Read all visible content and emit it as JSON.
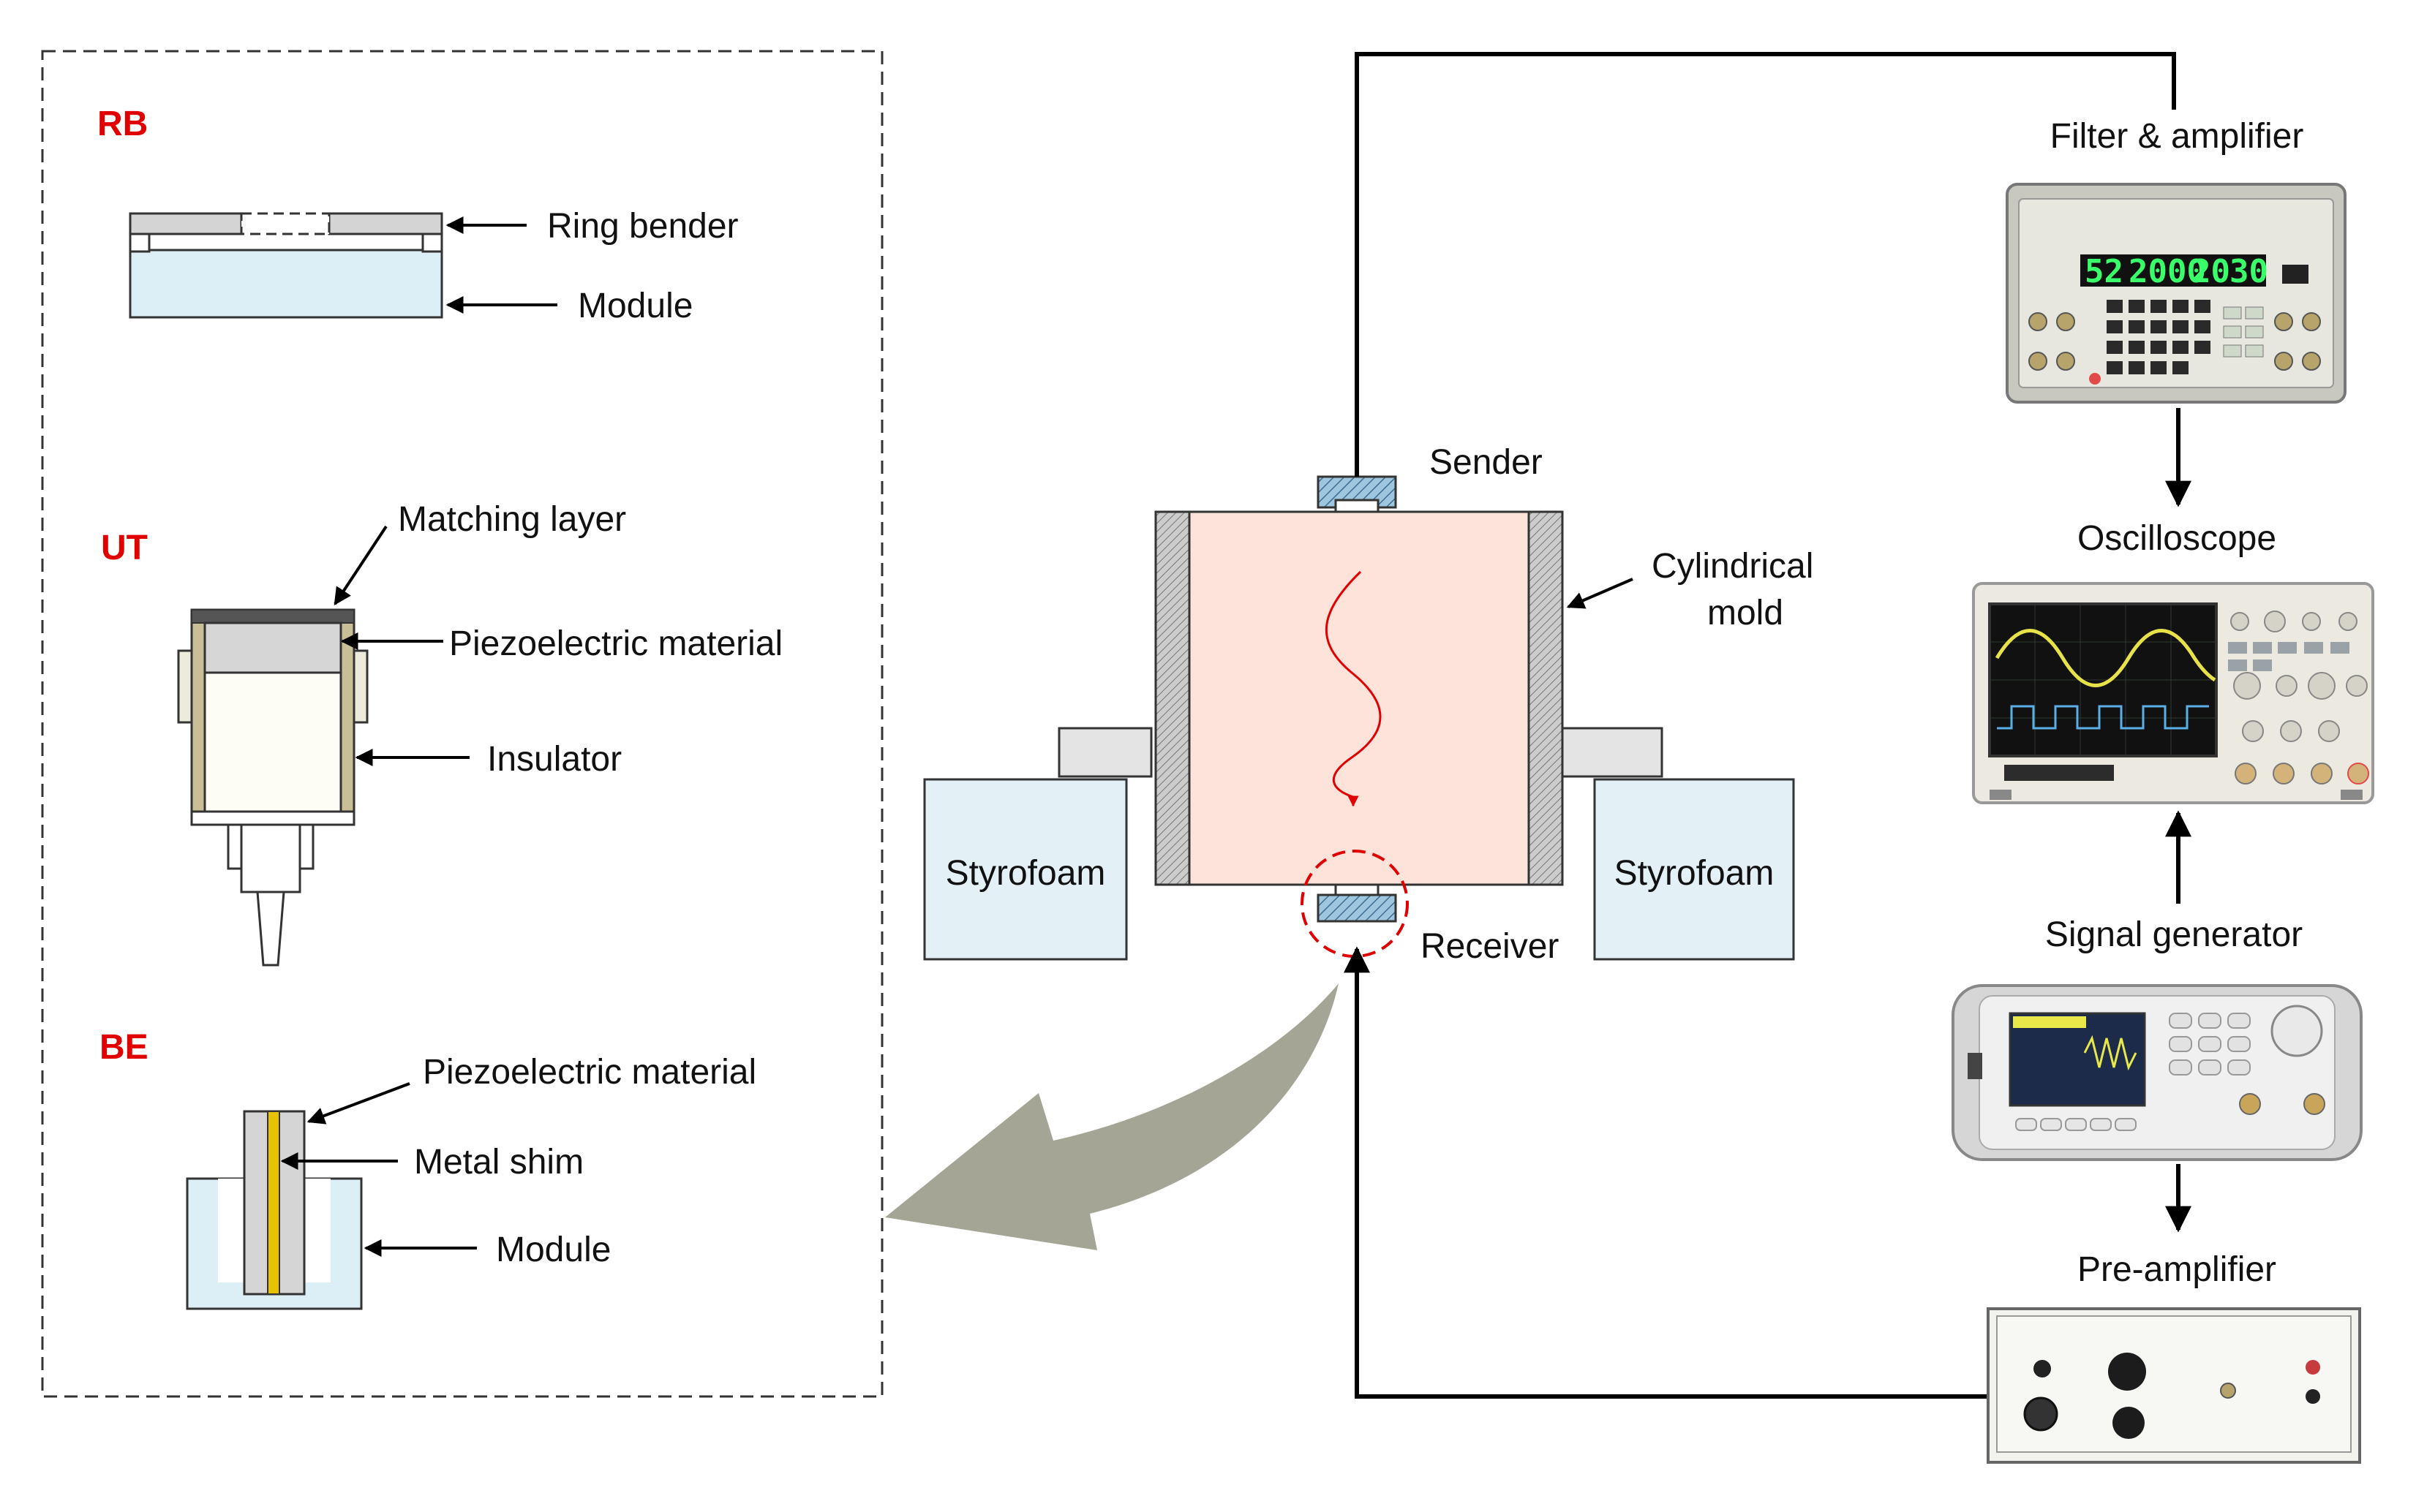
{
  "colors": {
    "red": "#e00000",
    "module_fill": "#dceef6",
    "mold_fill": "#fde3da",
    "styro_fill": "#e3f1f7",
    "gray_arrow": "#a5a596",
    "shim_yellow": "#e6c200",
    "piezo_gray": "#d5d5d5"
  },
  "left_panel": {
    "rb": {
      "title": "RB",
      "ring_bender_label": "Ring bender",
      "module_label": "Module"
    },
    "ut": {
      "title": "UT",
      "matching_layer_label": "Matching layer",
      "piezo_label": "Piezoelectric material",
      "insulator_label": "Insulator"
    },
    "be": {
      "title": "BE",
      "piezo_label": "Piezoelectric material",
      "shim_label": "Metal shim",
      "module_label": "Module"
    }
  },
  "center": {
    "sender_label": "Sender",
    "receiver_label": "Receiver",
    "mold_label_line1": "Cylindrical",
    "mold_label_line2": "mold",
    "styrofoam_left": "Styrofoam",
    "styrofoam_right": "Styrofoam"
  },
  "equipment": {
    "filter_amp_label": "Filter & amplifier",
    "oscilloscope_label": "Oscilloscope",
    "signal_gen_label": "Signal generator",
    "preamp_label": "Pre-amplifier",
    "filter_display_digits": [
      "52",
      "2000",
      "20",
      "30"
    ]
  }
}
